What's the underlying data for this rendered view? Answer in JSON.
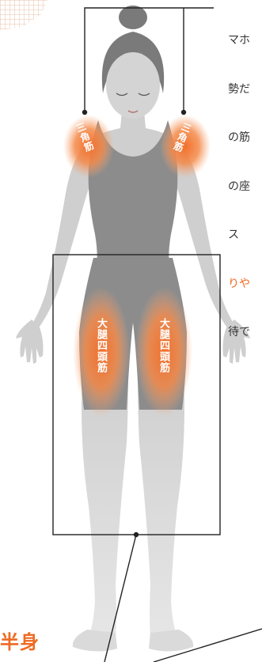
{
  "side_text": {
    "lines": [
      "マホ",
      "勢だ",
      "の筋",
      "の座",
      "ス"
    ],
    "highlight": "りや",
    "last": "待で"
  },
  "heading": "半身",
  "muscles": {
    "deltoid_left": "三角筋",
    "deltoid_right": "三角筋",
    "quad_left": "大腿四頭筋",
    "quad_right": "大腿四頭筋"
  },
  "colors": {
    "accent": "#ee6a22",
    "skin": "#cfcfcf",
    "outfit": "#8c8c8c",
    "hair": "#777777",
    "glow": "#f26f2b",
    "line": "#222222"
  }
}
